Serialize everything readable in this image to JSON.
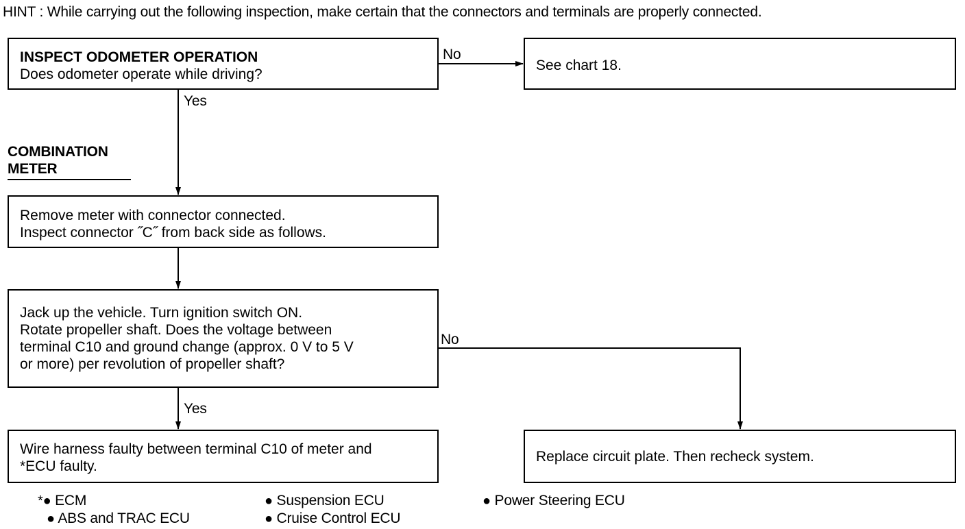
{
  "hint": "HINT : While carrying out the following inspection, make certain that the connectors and terminals are properly connected.",
  "step1": {
    "title": "INSPECT ODOMETER OPERATION",
    "question": "Does odometer operate while driving?"
  },
  "step1_no_label": "No",
  "step1_yes_label": "Yes",
  "chart18": "See chart 18.",
  "section": {
    "line1": "COMBINATION",
    "line2": "METER"
  },
  "step2": {
    "line1": "Remove meter with connector connected.",
    "line2": "Inspect connector ˝C˝  from back side as follows."
  },
  "step3": {
    "line1": "Jack up the vehicle. Turn ignition switch ON.",
    "line2": "Rotate propeller shaft. Does the voltage between",
    "line3": "terminal C10 and ground change (approx. 0 V to 5 V",
    "line4": "or more) per revolution of propeller shaft?"
  },
  "step3_no_label": "No",
  "step3_yes_label": "Yes",
  "result_yes": {
    "line1": "Wire harness faulty between terminal C10 of meter and",
    "line2": "*ECU faulty."
  },
  "result_no": "Replace circuit plate. Then recheck system.",
  "footnotes": {
    "ecm_marker": "*●",
    "ecm": "ECM",
    "abs": "ABS and TRAC ECU",
    "suspension": "Suspension ECU",
    "cruise": "Cruise Control ECU",
    "power_steering": "Power Steering ECU",
    "bullet": "●"
  }
}
